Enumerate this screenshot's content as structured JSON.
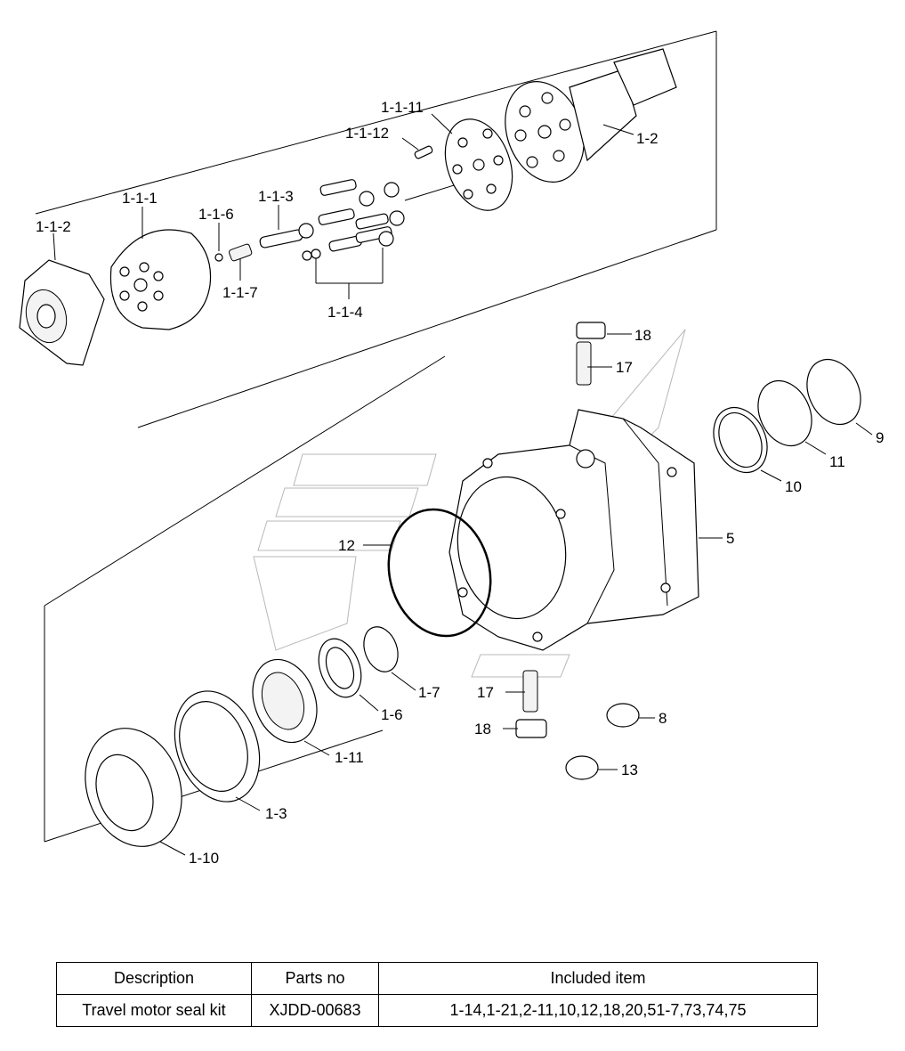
{
  "callouts": {
    "c_1_1_2": "1-1-2",
    "c_1_1_1": "1-1-1",
    "c_1_1_6": "1-1-6",
    "c_1_1_3": "1-1-3",
    "c_1_1_7": "1-1-7",
    "c_1_1_4": "1-1-4",
    "c_1_1_11": "1-1-11",
    "c_1_1_12": "1-1-12",
    "c_1_2": "1-2",
    "c_18_top": "18",
    "c_17_top": "17",
    "c_9": "9",
    "c_11": "11",
    "c_10": "10",
    "c_5": "5",
    "c_12": "12",
    "c_1_7": "1-7",
    "c_1_6": "1-6",
    "c_1_11": "1-11",
    "c_1_3": "1-3",
    "c_1_10": "1-10",
    "c_17_bottom": "17",
    "c_18_bottom": "18",
    "c_8": "8",
    "c_13": "13"
  },
  "table": {
    "headers": [
      "Description",
      "Parts no",
      "Included item"
    ],
    "rows": [
      [
        "Travel motor seal kit",
        "XJDD-00683",
        "1-14,1-21,2-11,10,12,18,20,51-7,73,74,75"
      ]
    ]
  }
}
